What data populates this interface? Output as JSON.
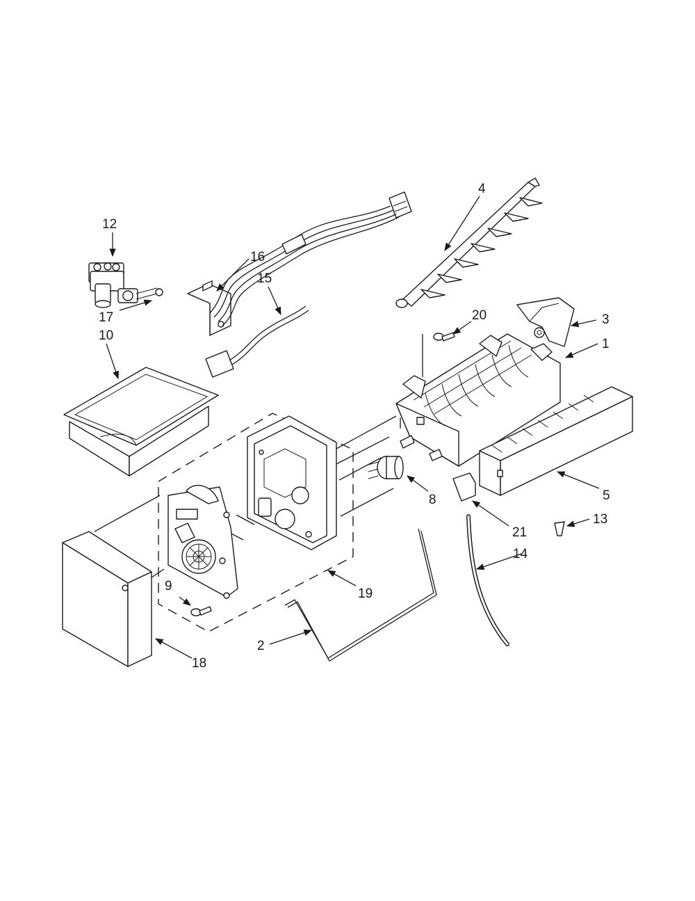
{
  "callouts": {
    "c1": "1",
    "c2": "2",
    "c3": "3",
    "c4": "4",
    "c5": "5",
    "c8": "8",
    "c9": "9",
    "c10": "10",
    "c12": "12",
    "c13": "13",
    "c14": "14",
    "c15": "15",
    "c16": "16",
    "c17": "17",
    "c18": "18",
    "c19": "19",
    "c20": "20",
    "c21": "21"
  },
  "colors": {
    "line": "#1a1a1a",
    "fill": "#ffffff",
    "shade": "#ededed"
  }
}
